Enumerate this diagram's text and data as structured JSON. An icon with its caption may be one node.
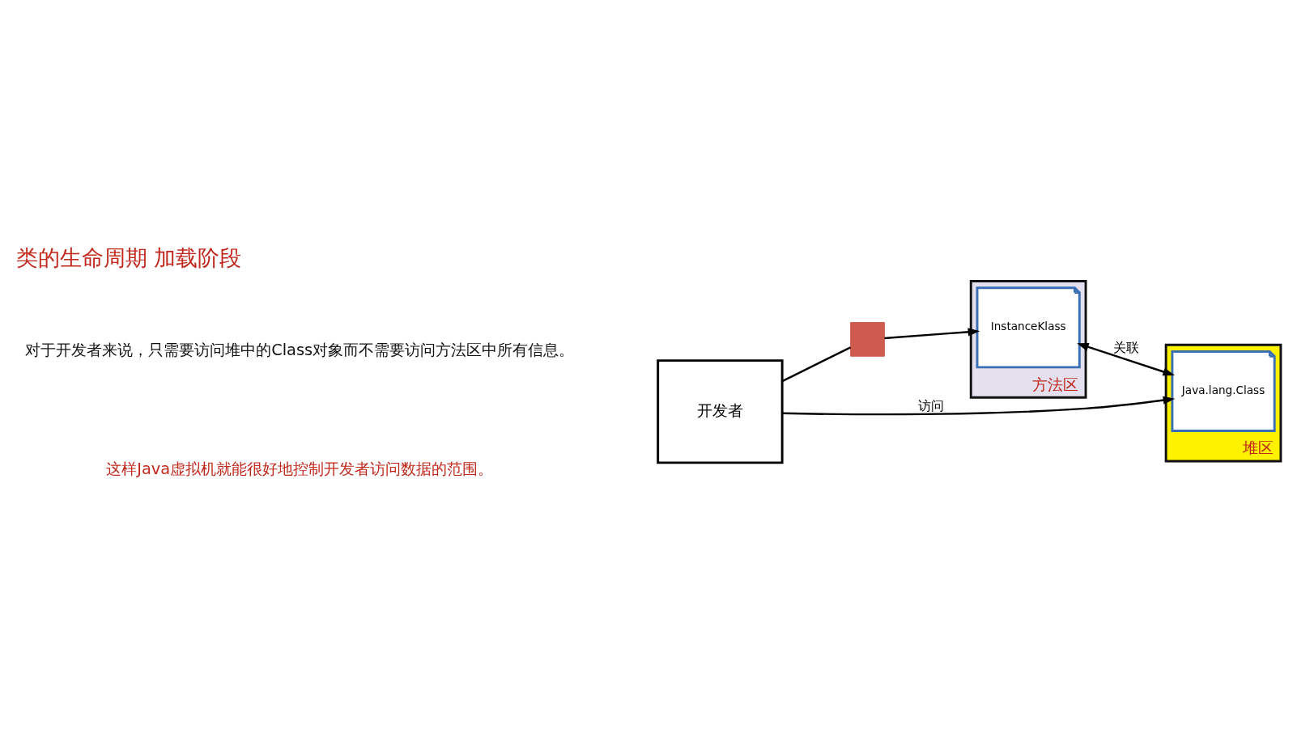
{
  "diagram": {
    "title": "类的生命周期 加载阶段",
    "nodes": [
      {
        "text": [
          "开发者"
        ]
      },
      {
        "text": [],
        "shape": "cross"
      },
      {
        "text": [
          "方法区"
        ]
      },
      {
        "text": [
          "InstanceKlass"
        ],
        "in": 2
      },
      {
        "text": [
          "堆区"
        ]
      },
      {
        "text": [
          "Java.lang.Class"
        ],
        "in": 4
      }
    ],
    "edges": [
      {
        "from": 0,
        "to": 1,
        "arrow": "none"
      },
      {
        "from": 1,
        "to": 3,
        "arrow": "to"
      },
      {
        "from": 0,
        "to": 5,
        "arrow": "to",
        "label": "访问"
      },
      {
        "from": 3,
        "to": 5,
        "arrow": "both",
        "label": "关联"
      }
    ],
    "labels": [
      "对于开发者来说，只需要访问堆中的Class对象而不需要访问方法区中所有信息。",
      "这样Java虚拟机就能很好地控制开发者访问数据的范围。"
    ]
  }
}
